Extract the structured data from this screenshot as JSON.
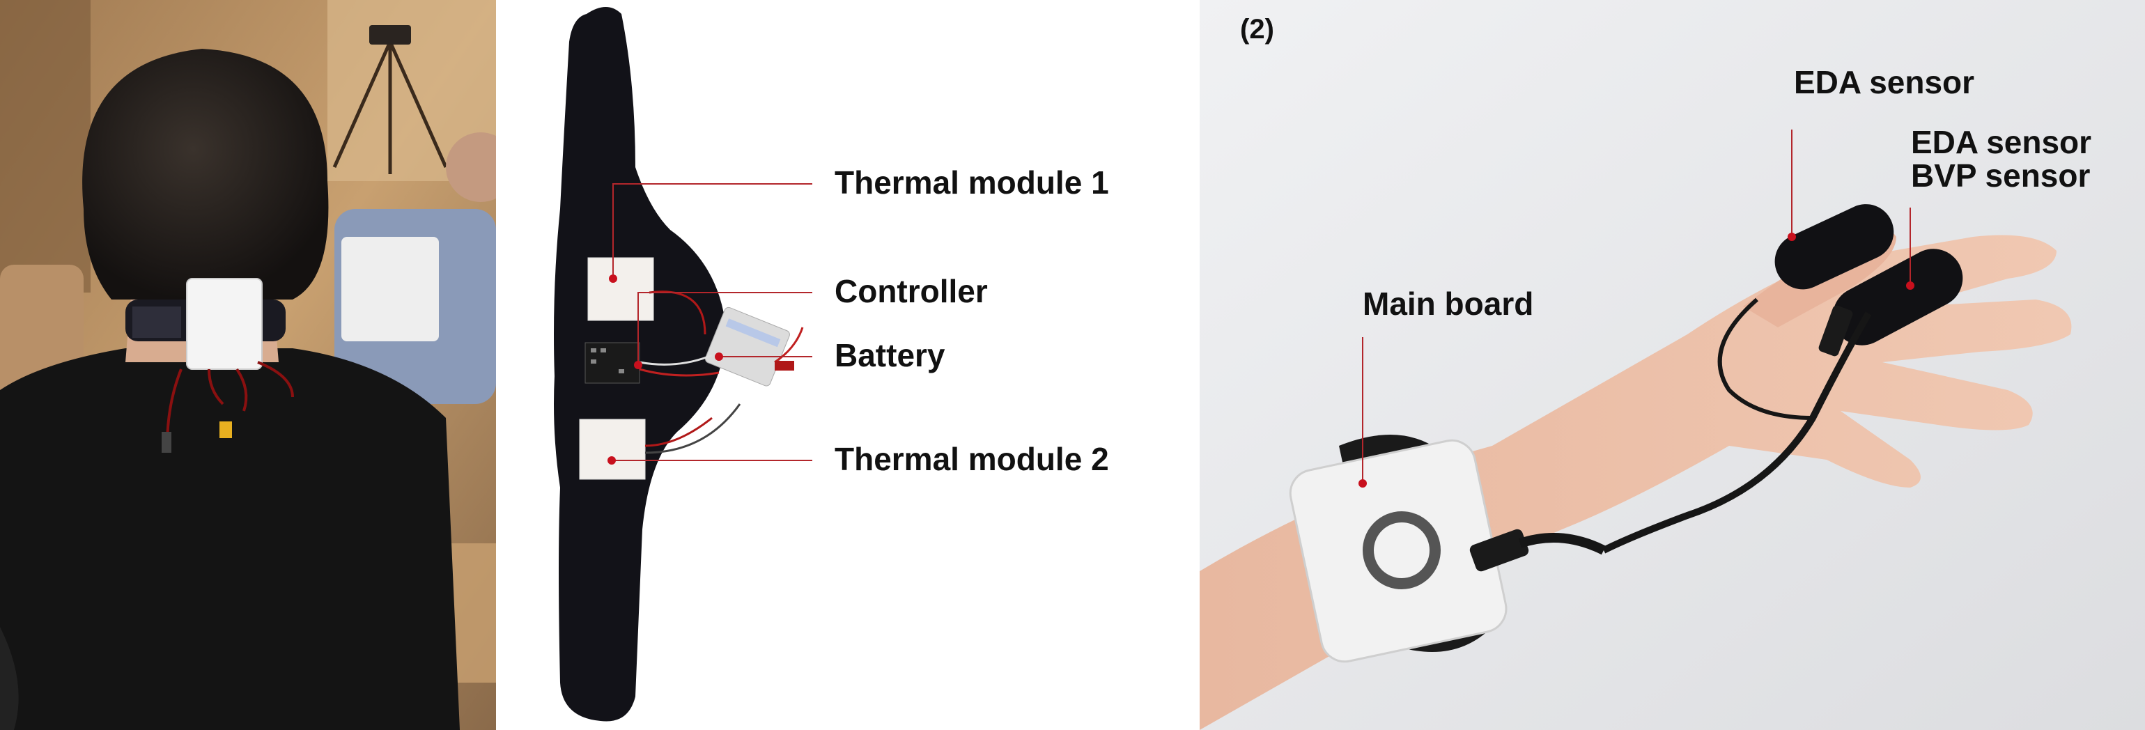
{
  "panel_band": {
    "labels": {
      "thermal_module_1": "Thermal module 1",
      "controller": "Controller",
      "battery": "Battery",
      "thermal_module_2": "Thermal module 2"
    }
  },
  "panel_hand": {
    "panel_number": "(2)",
    "labels": {
      "eda_sensor": "EDA sensor",
      "eda_bvp_line1": "EDA sensor",
      "eda_bvp_line2": "BVP sensor",
      "main_board": "Main board"
    }
  },
  "colors": {
    "callout_line": "#b3262b",
    "callout_dot": "#c8101d",
    "label_text": "#111111",
    "band_fabric": "#121218",
    "device_white": "#f2f2f2"
  }
}
